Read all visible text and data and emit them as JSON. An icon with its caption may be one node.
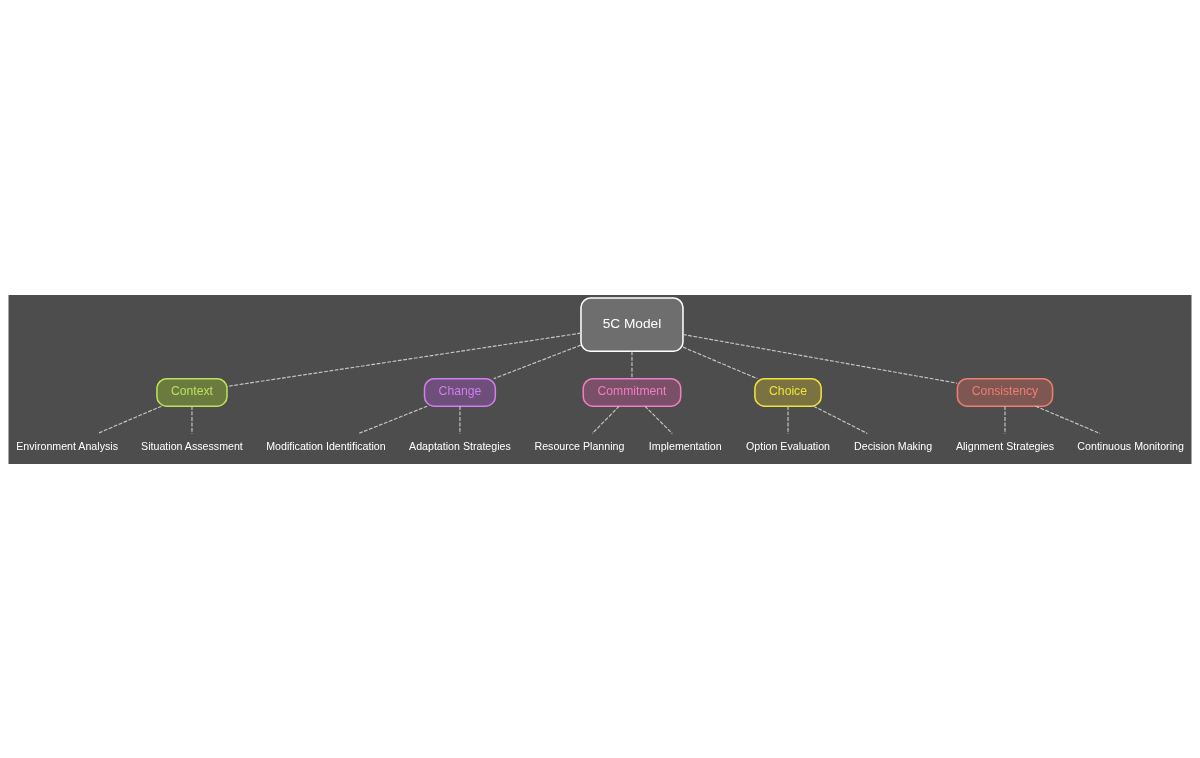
{
  "diagram": {
    "nodes": [
      {
        "text": [
          "5C Model"
        ]
      },
      {
        "text": [
          "Context"
        ]
      },
      {
        "text": [
          "Environment Analysis"
        ]
      },
      {
        "text": [
          "Situation Assessment"
        ]
      },
      {
        "text": [
          "Change"
        ]
      },
      {
        "text": [
          "Modification Identification"
        ]
      },
      {
        "text": [
          "Adaptation Strategies"
        ]
      },
      {
        "text": [
          "Commitment"
        ]
      },
      {
        "text": [
          "Resource Planning"
        ]
      },
      {
        "text": [
          "Implementation"
        ]
      },
      {
        "text": [
          "Choice"
        ]
      },
      {
        "text": [
          "Option Evaluation"
        ]
      },
      {
        "text": [
          "Decision Making"
        ]
      },
      {
        "text": [
          "Consistency"
        ]
      },
      {
        "text": [
          "Alignment Strategies"
        ]
      },
      {
        "text": [
          "Continuous Monitoring"
        ]
      }
    ],
    "edges": [
      {
        "from": 0,
        "to": 1,
        "arrow": "none",
        "style": "dashed"
      },
      {
        "from": 1,
        "to": 2,
        "arrow": "none",
        "style": "dashed"
      },
      {
        "from": 1,
        "to": 3,
        "arrow": "none",
        "style": "dashed"
      },
      {
        "from": 0,
        "to": 4,
        "arrow": "none",
        "style": "dashed"
      },
      {
        "from": 4,
        "to": 5,
        "arrow": "none",
        "style": "dashed"
      },
      {
        "from": 4,
        "to": 6,
        "arrow": "none",
        "style": "dashed"
      },
      {
        "from": 0,
        "to": 7,
        "arrow": "none",
        "style": "dashed"
      },
      {
        "from": 7,
        "to": 8,
        "arrow": "none",
        "style": "dashed"
      },
      {
        "from": 7,
        "to": 9,
        "arrow": "none",
        "style": "dashed"
      },
      {
        "from": 0,
        "to": 10,
        "arrow": "none",
        "style": "dashed"
      },
      {
        "from": 10,
        "to": 11,
        "arrow": "none",
        "style": "dashed"
      },
      {
        "from": 10,
        "to": 12,
        "arrow": "none",
        "style": "dashed"
      },
      {
        "from": 0,
        "to": 13,
        "arrow": "none",
        "style": "dashed"
      },
      {
        "from": 13,
        "to": 14,
        "arrow": "none",
        "style": "dashed"
      },
      {
        "from": 13,
        "to": 15,
        "arrow": "none",
        "style": "dashed"
      }
    ]
  }
}
